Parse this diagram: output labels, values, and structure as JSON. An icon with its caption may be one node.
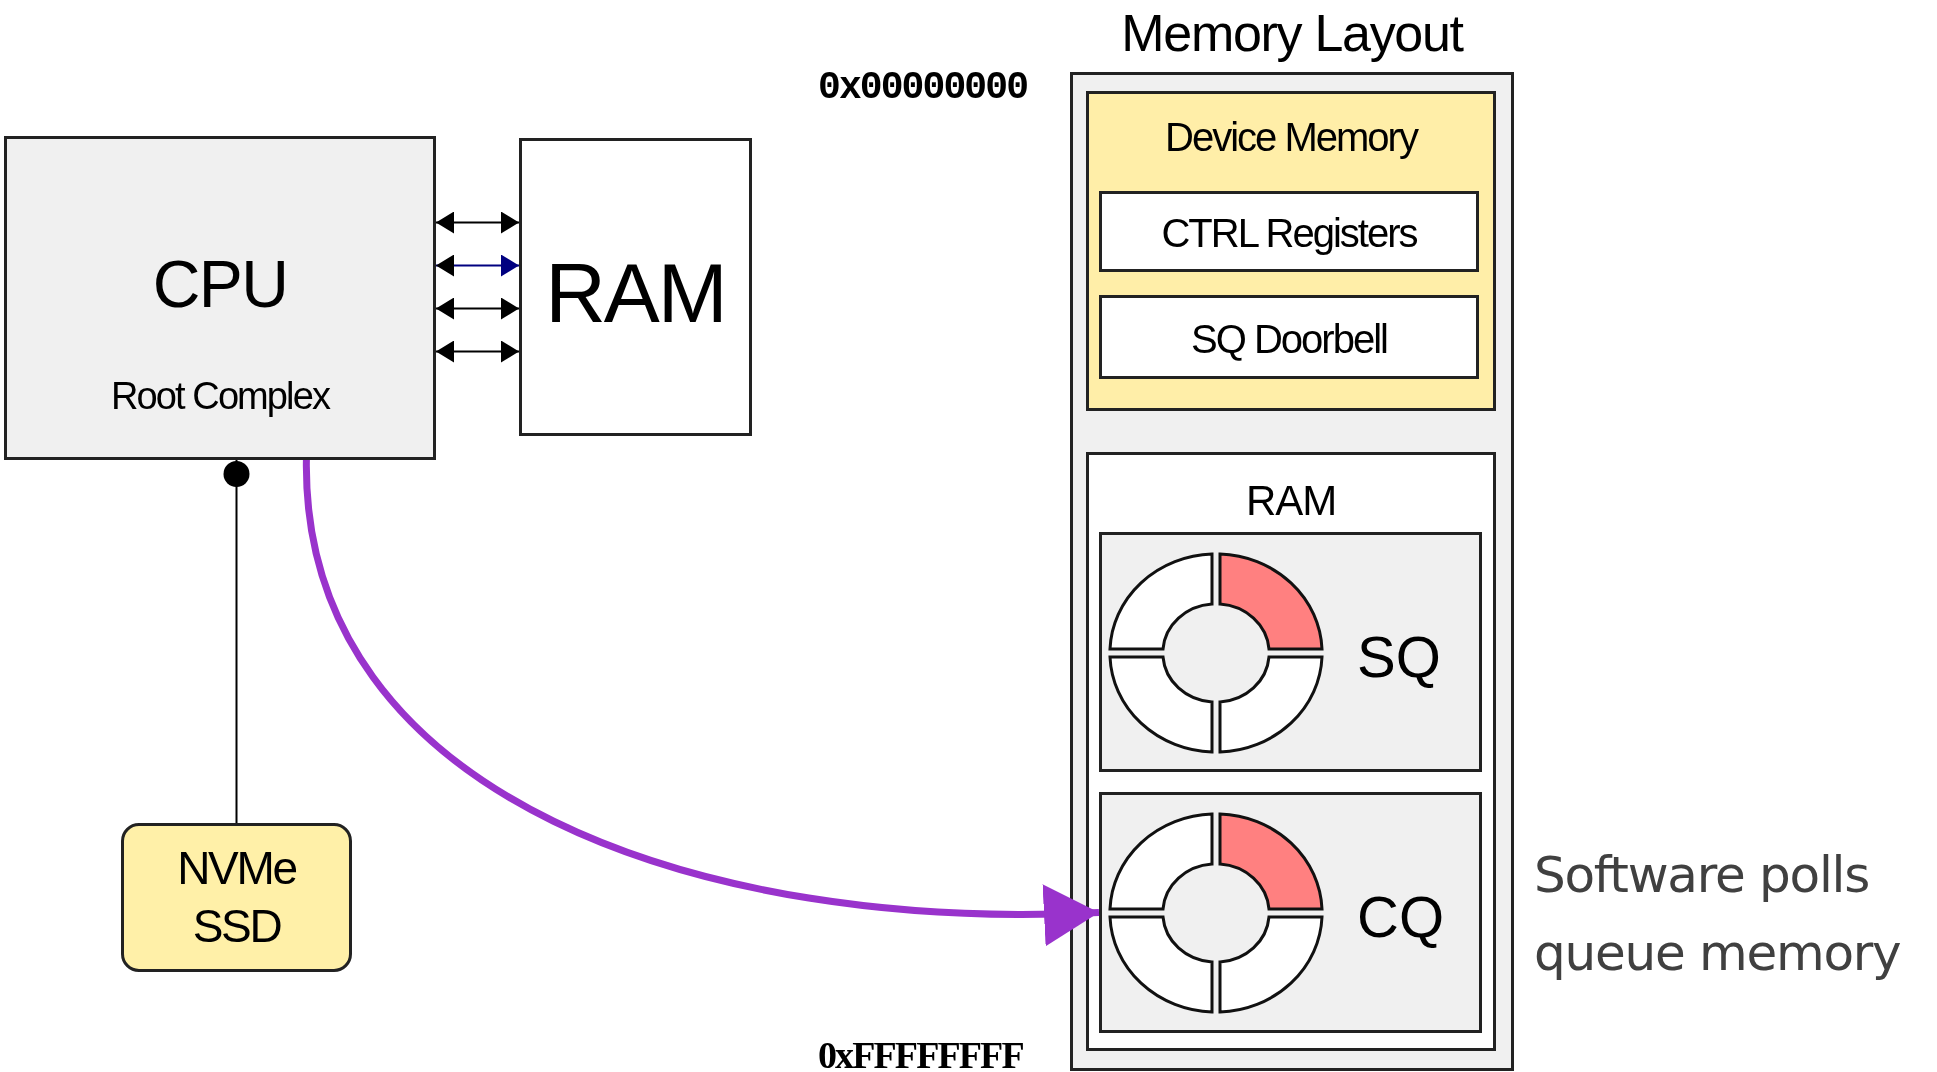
{
  "diagram": {
    "nodes": [
      {
        "text": [
          "CPU",
          "Root Complex"
        ]
      },
      {
        "text": [
          "RAM"
        ]
      },
      {
        "text": [
          "NVMe SSD"
        ]
      },
      {
        "text": [
          "Memory Layout"
        ]
      },
      {
        "text": [
          "Device Memory"
        ],
        "in": 3
      },
      {
        "text": [
          "CTRL Registers"
        ],
        "in": 4
      },
      {
        "text": [
          "SQ Doorbell"
        ],
        "in": 4
      },
      {
        "text": [
          "RAM"
        ],
        "in": 3
      },
      {
        "text": [
          "SQ"
        ],
        "in": 7
      },
      {
        "text": [
          "CQ"
        ],
        "in": 7
      }
    ],
    "edges": [
      {
        "from": 0,
        "to": 1,
        "arrow": "both"
      },
      {
        "from": 0,
        "to": 1,
        "arrow": "both",
        "color": "#000080"
      },
      {
        "from": 0,
        "to": 1,
        "arrow": "both"
      },
      {
        "from": 0,
        "to": 1,
        "arrow": "both"
      },
      {
        "from": 0,
        "to": 2,
        "arrow": "other"
      },
      {
        "from": 0,
        "to": 9,
        "arrow": "to",
        "style": "thick",
        "color": "#9933cc"
      }
    ],
    "labels": [
      "0x00000000",
      "0xFFFFFFFF",
      "Software polls queue memory"
    ]
  }
}
